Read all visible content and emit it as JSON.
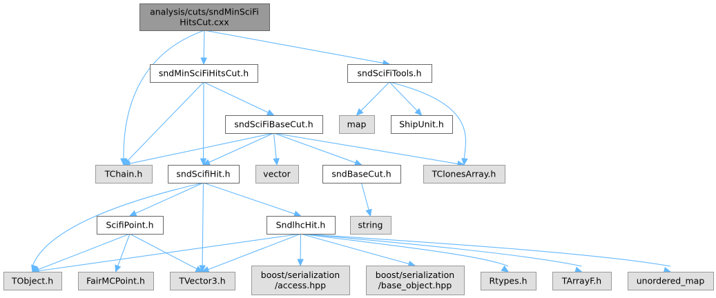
{
  "colors": {
    "root_fill": "#999999",
    "root_stroke": "#666666",
    "local_fill": "#ffffff",
    "local_stroke": "#666666",
    "external_fill": "#e0e0e0",
    "external_stroke": "#999999",
    "edge": "#63b8ff"
  },
  "nodes": [
    {
      "id": "root",
      "kind": "root",
      "lines": [
        "analysis/cuts/sndMinSciFi",
        "HitsCut.cxx"
      ]
    },
    {
      "id": "sndMinSciFiHitsCut_h",
      "kind": "local",
      "lines": [
        "sndMinSciFiHitsCut.h"
      ]
    },
    {
      "id": "sndSciFiTools_h",
      "kind": "local",
      "lines": [
        "sndSciFiTools.h"
      ]
    },
    {
      "id": "sndSciFiBaseCut_h",
      "kind": "local",
      "lines": [
        "sndSciFiBaseCut.h"
      ]
    },
    {
      "id": "map",
      "kind": "external",
      "lines": [
        "map"
      ]
    },
    {
      "id": "ShipUnit_h",
      "kind": "local",
      "lines": [
        "ShipUnit.h"
      ]
    },
    {
      "id": "TChain_h",
      "kind": "external",
      "lines": [
        "TChain.h"
      ]
    },
    {
      "id": "sndScifiHit_h",
      "kind": "local",
      "lines": [
        "sndScifiHit.h"
      ]
    },
    {
      "id": "vector",
      "kind": "external",
      "lines": [
        "vector"
      ]
    },
    {
      "id": "sndBaseCut_h",
      "kind": "local",
      "lines": [
        "sndBaseCut.h"
      ]
    },
    {
      "id": "TClonesArray_h",
      "kind": "external",
      "lines": [
        "TClonesArray.h"
      ]
    },
    {
      "id": "string",
      "kind": "external",
      "lines": [
        "string"
      ]
    },
    {
      "id": "ScifiPoint_h",
      "kind": "local",
      "lines": [
        "ScifiPoint.h"
      ]
    },
    {
      "id": "SndlhcHit_h",
      "kind": "local",
      "lines": [
        "SndlhcHit.h"
      ]
    },
    {
      "id": "TObject_h",
      "kind": "external",
      "lines": [
        "TObject.h"
      ]
    },
    {
      "id": "FairMCPoint_h",
      "kind": "external",
      "lines": [
        "FairMCPoint.h"
      ]
    },
    {
      "id": "TVector3_h",
      "kind": "external",
      "lines": [
        "TVector3.h"
      ]
    },
    {
      "id": "boost_access",
      "kind": "external",
      "lines": [
        "boost/serialization",
        "/access.hpp"
      ]
    },
    {
      "id": "boost_base_object",
      "kind": "external",
      "lines": [
        "boost/serialization",
        "/base_object.hpp"
      ]
    },
    {
      "id": "Rtypes_h",
      "kind": "external",
      "lines": [
        "Rtypes.h"
      ]
    },
    {
      "id": "TArrayF_h",
      "kind": "external",
      "lines": [
        "TArrayF.h"
      ]
    },
    {
      "id": "unordered_map",
      "kind": "external",
      "lines": [
        "unordered_map"
      ]
    }
  ],
  "edges": [
    {
      "from": "root",
      "to": "sndMinSciFiHitsCut_h"
    },
    {
      "from": "root",
      "to": "sndSciFiTools_h"
    },
    {
      "from": "root",
      "to": "TChain_h"
    },
    {
      "from": "sndMinSciFiHitsCut_h",
      "to": "sndSciFiBaseCut_h"
    },
    {
      "from": "sndMinSciFiHitsCut_h",
      "to": "TChain_h"
    },
    {
      "from": "sndMinSciFiHitsCut_h",
      "to": "sndScifiHit_h"
    },
    {
      "from": "sndSciFiTools_h",
      "to": "map"
    },
    {
      "from": "sndSciFiTools_h",
      "to": "ShipUnit_h"
    },
    {
      "from": "sndSciFiTools_h",
      "to": "TClonesArray_h"
    },
    {
      "from": "sndSciFiBaseCut_h",
      "to": "TChain_h"
    },
    {
      "from": "sndSciFiBaseCut_h",
      "to": "sndScifiHit_h"
    },
    {
      "from": "sndSciFiBaseCut_h",
      "to": "vector"
    },
    {
      "from": "sndSciFiBaseCut_h",
      "to": "sndBaseCut_h"
    },
    {
      "from": "sndSciFiBaseCut_h",
      "to": "TClonesArray_h"
    },
    {
      "from": "sndBaseCut_h",
      "to": "string"
    },
    {
      "from": "sndScifiHit_h",
      "to": "ScifiPoint_h"
    },
    {
      "from": "sndScifiHit_h",
      "to": "SndlhcHit_h"
    },
    {
      "from": "sndScifiHit_h",
      "to": "TObject_h"
    },
    {
      "from": "sndScifiHit_h",
      "to": "TVector3_h"
    },
    {
      "from": "ScifiPoint_h",
      "to": "TObject_h"
    },
    {
      "from": "ScifiPoint_h",
      "to": "FairMCPoint_h"
    },
    {
      "from": "ScifiPoint_h",
      "to": "TVector3_h"
    },
    {
      "from": "SndlhcHit_h",
      "to": "TObject_h"
    },
    {
      "from": "SndlhcHit_h",
      "to": "TVector3_h"
    },
    {
      "from": "SndlhcHit_h",
      "to": "boost_access"
    },
    {
      "from": "SndlhcHit_h",
      "to": "boost_base_object"
    },
    {
      "from": "SndlhcHit_h",
      "to": "Rtypes_h"
    },
    {
      "from": "SndlhcHit_h",
      "to": "TArrayF_h"
    },
    {
      "from": "SndlhcHit_h",
      "to": "unordered_map"
    }
  ]
}
